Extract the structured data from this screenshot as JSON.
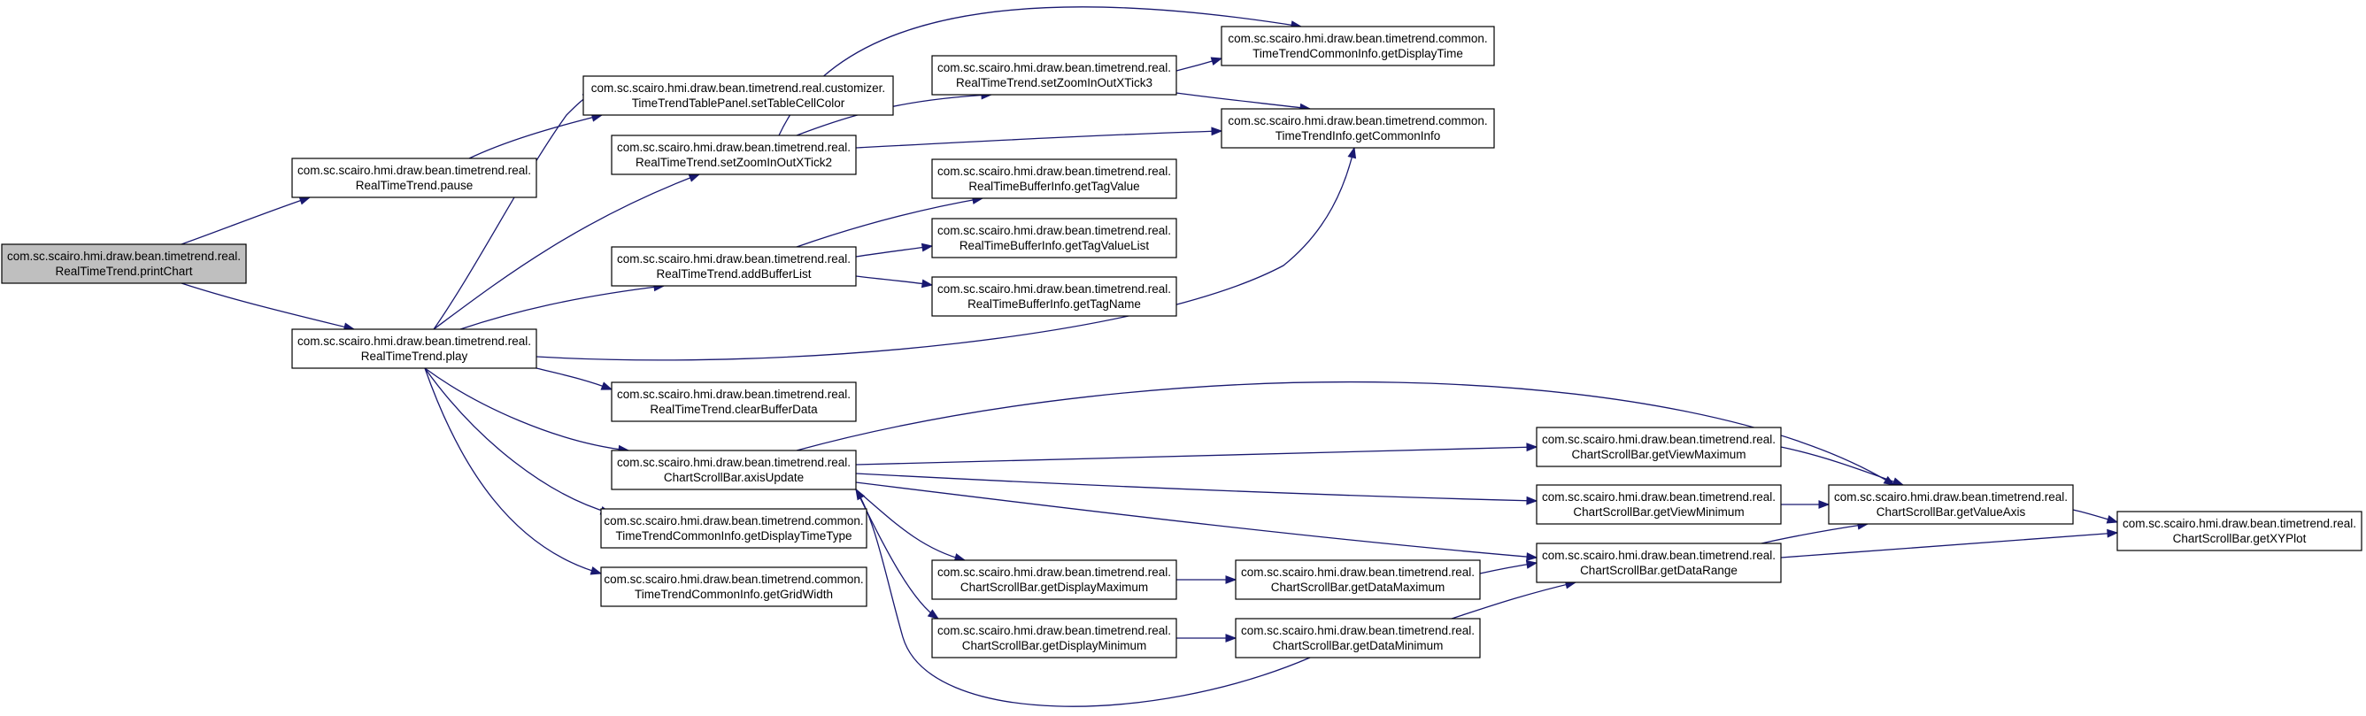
{
  "diagram": {
    "nodes": [
      {
        "id": "printChart",
        "line1": "com.sc.scairo.hmi.draw.bean.timetrend.real.",
        "line2": "RealTimeTrend.printChart",
        "root": true
      },
      {
        "id": "pause",
        "line1": "com.sc.scairo.hmi.draw.bean.timetrend.real.",
        "line2": "RealTimeTrend.pause"
      },
      {
        "id": "play",
        "line1": "com.sc.scairo.hmi.draw.bean.timetrend.real.",
        "line2": "RealTimeTrend.play"
      },
      {
        "id": "setTableCellColor",
        "line1": "com.sc.scairo.hmi.draw.bean.timetrend.real.customizer.",
        "line2": "TimeTrendTablePanel.setTableCellColor"
      },
      {
        "id": "setZoomInOutXTick2",
        "line1": "com.sc.scairo.hmi.draw.bean.timetrend.real.",
        "line2": "RealTimeTrend.setZoomInOutXTick2"
      },
      {
        "id": "addBufferList",
        "line1": "com.sc.scairo.hmi.draw.bean.timetrend.real.",
        "line2": "RealTimeTrend.addBufferList"
      },
      {
        "id": "clearBufferData",
        "line1": "com.sc.scairo.hmi.draw.bean.timetrend.real.",
        "line2": "RealTimeTrend.clearBufferData"
      },
      {
        "id": "axisUpdate",
        "line1": "com.sc.scairo.hmi.draw.bean.timetrend.real.",
        "line2": "ChartScrollBar.axisUpdate"
      },
      {
        "id": "getDisplayTimeType",
        "line1": "com.sc.scairo.hmi.draw.bean.timetrend.common.",
        "line2": "TimeTrendCommonInfo.getDisplayTimeType"
      },
      {
        "id": "getGridWidth",
        "line1": "com.sc.scairo.hmi.draw.bean.timetrend.common.",
        "line2": "TimeTrendCommonInfo.getGridWidth"
      },
      {
        "id": "setZoomInOutXTick3",
        "line1": "com.sc.scairo.hmi.draw.bean.timetrend.real.",
        "line2": "RealTimeTrend.setZoomInOutXTick3"
      },
      {
        "id": "getTagValue",
        "line1": "com.sc.scairo.hmi.draw.bean.timetrend.real.",
        "line2": "RealTimeBufferInfo.getTagValue"
      },
      {
        "id": "getTagValueList",
        "line1": "com.sc.scairo.hmi.draw.bean.timetrend.real.",
        "line2": "RealTimeBufferInfo.getTagValueList"
      },
      {
        "id": "getTagName",
        "line1": "com.sc.scairo.hmi.draw.bean.timetrend.real.",
        "line2": "RealTimeBufferInfo.getTagName"
      },
      {
        "id": "getDisplayMaximum",
        "line1": "com.sc.scairo.hmi.draw.bean.timetrend.real.",
        "line2": "ChartScrollBar.getDisplayMaximum"
      },
      {
        "id": "getDisplayMinimum",
        "line1": "com.sc.scairo.hmi.draw.bean.timetrend.real.",
        "line2": "ChartScrollBar.getDisplayMinimum"
      },
      {
        "id": "getDisplayTime",
        "line1": "com.sc.scairo.hmi.draw.bean.timetrend.common.",
        "line2": "TimeTrendCommonInfo.getDisplayTime"
      },
      {
        "id": "getCommonInfo",
        "line1": "com.sc.scairo.hmi.draw.bean.timetrend.common.",
        "line2": "TimeTrendInfo.getCommonInfo"
      },
      {
        "id": "getDataMaximum",
        "line1": "com.sc.scairo.hmi.draw.bean.timetrend.real.",
        "line2": "ChartScrollBar.getDataMaximum"
      },
      {
        "id": "getDataMinimum",
        "line1": "com.sc.scairo.hmi.draw.bean.timetrend.real.",
        "line2": "ChartScrollBar.getDataMinimum"
      },
      {
        "id": "getViewMaximum",
        "line1": "com.sc.scairo.hmi.draw.bean.timetrend.real.",
        "line2": "ChartScrollBar.getViewMaximum"
      },
      {
        "id": "getViewMinimum",
        "line1": "com.sc.scairo.hmi.draw.bean.timetrend.real.",
        "line2": "ChartScrollBar.getViewMinimum"
      },
      {
        "id": "getDataRange",
        "line1": "com.sc.scairo.hmi.draw.bean.timetrend.real.",
        "line2": "ChartScrollBar.getDataRange"
      },
      {
        "id": "getValueAxis",
        "line1": "com.sc.scairo.hmi.draw.bean.timetrend.real.",
        "line2": "ChartScrollBar.getValueAxis"
      },
      {
        "id": "getXYPlot",
        "line1": "com.sc.scairo.hmi.draw.bean.timetrend.real.",
        "line2": "ChartScrollBar.getXYPlot"
      }
    ],
    "edges": [
      {
        "from": "printChart",
        "to": "pause"
      },
      {
        "from": "printChart",
        "to": "play"
      },
      {
        "from": "pause",
        "to": "setTableCellColor"
      },
      {
        "from": "play",
        "to": "setTableCellColor"
      },
      {
        "from": "play",
        "to": "setZoomInOutXTick2"
      },
      {
        "from": "play",
        "to": "addBufferList"
      },
      {
        "from": "play",
        "to": "getCommonInfo"
      },
      {
        "from": "play",
        "to": "clearBufferData"
      },
      {
        "from": "play",
        "to": "axisUpdate"
      },
      {
        "from": "play",
        "to": "getDisplayTimeType"
      },
      {
        "from": "play",
        "to": "getGridWidth"
      },
      {
        "from": "setZoomInOutXTick2",
        "to": "setZoomInOutXTick3"
      },
      {
        "from": "setZoomInOutXTick2",
        "to": "getDisplayTime"
      },
      {
        "from": "setZoomInOutXTick2",
        "to": "getCommonInfo"
      },
      {
        "from": "setZoomInOutXTick3",
        "to": "getDisplayTime"
      },
      {
        "from": "setZoomInOutXTick3",
        "to": "getCommonInfo"
      },
      {
        "from": "addBufferList",
        "to": "getTagValue"
      },
      {
        "from": "addBufferList",
        "to": "getTagValueList"
      },
      {
        "from": "addBufferList",
        "to": "getTagName"
      },
      {
        "from": "axisUpdate",
        "to": "getValueAxis"
      },
      {
        "from": "axisUpdate",
        "to": "getViewMaximum"
      },
      {
        "from": "axisUpdate",
        "to": "getViewMinimum"
      },
      {
        "from": "axisUpdate",
        "to": "getDataRange"
      },
      {
        "from": "axisUpdate",
        "to": "getDisplayMaximum"
      },
      {
        "from": "axisUpdate",
        "to": "getDisplayMinimum"
      },
      {
        "from": "getDisplayMaximum",
        "to": "getDataMaximum"
      },
      {
        "from": "getDisplayMinimum",
        "to": "getDataMinimum"
      },
      {
        "from": "getDataMinimum",
        "to": "axisUpdate"
      },
      {
        "from": "getDataMaximum",
        "to": "getDataRange"
      },
      {
        "from": "getDataMinimum",
        "to": "getDataRange"
      },
      {
        "from": "getViewMaximum",
        "to": "getValueAxis"
      },
      {
        "from": "getViewMinimum",
        "to": "getValueAxis"
      },
      {
        "from": "getDataRange",
        "to": "getValueAxis"
      },
      {
        "from": "getDataRange",
        "to": "getXYPlot"
      },
      {
        "from": "getValueAxis",
        "to": "getXYPlot"
      }
    ]
  }
}
